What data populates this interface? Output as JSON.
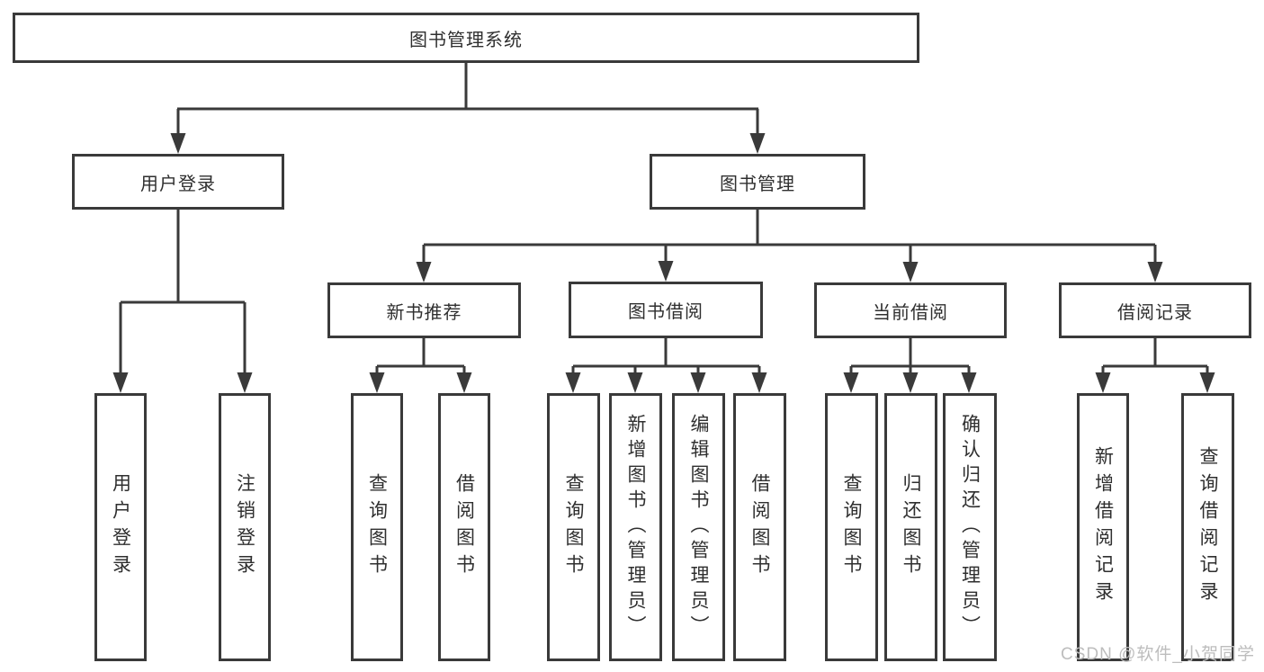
{
  "diagram": {
    "root": {
      "label": "图书管理系统"
    },
    "level2": [
      {
        "label": "用户登录"
      },
      {
        "label": "图书管理"
      }
    ],
    "level3": [
      {
        "label": "新书推荐"
      },
      {
        "label": "图书借阅"
      },
      {
        "label": "当前借阅"
      },
      {
        "label": "借阅记录"
      }
    ],
    "leaves": {
      "user_login": [
        "用户登录",
        "注销登录"
      ],
      "new_books": [
        "查询图书",
        "借阅图书"
      ],
      "book_borrow": [
        "查询图书",
        "新增图书（管理员）",
        "编辑图书（管理员）",
        "借阅图书"
      ],
      "current_borrow": [
        "查询图书",
        "归还图书",
        "确认归还（管理员）"
      ],
      "borrow_records": [
        "新增借阅记录",
        "查询借阅记录"
      ]
    },
    "watermark": "CSDN @软件_小贺同学",
    "colors": {
      "line": "#3a3a3a",
      "border": "#3a3a3a",
      "text": "#2f2f2f",
      "watermark": "#bdbdbd",
      "background": "#ffffff"
    }
  }
}
